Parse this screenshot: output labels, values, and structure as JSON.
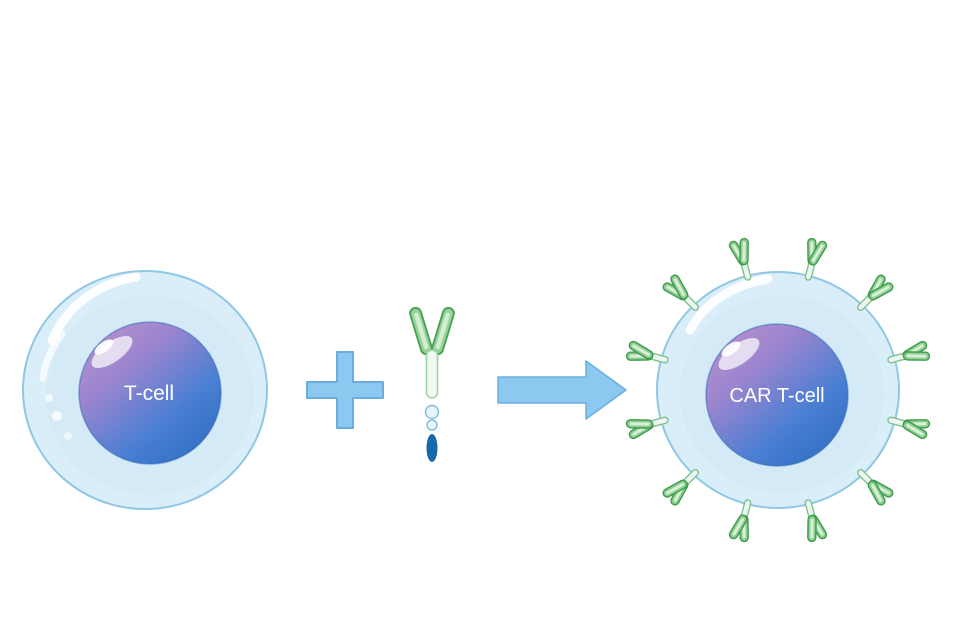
{
  "figure": {
    "labels": {
      "t_cell": "T-cell",
      "car_t_cell": "CAR T-cell"
    },
    "symbols": {
      "plus": "plus-sign",
      "arrow": "right-arrow",
      "receptor": "chimeric-antigen-receptor"
    },
    "colors": {
      "background": "#ffffff",
      "cell_body": "#daeef9",
      "cell_outline": "#8fc7e5",
      "cytoplasm_shade": "#cfe7f5",
      "nucleus_purple": "#bd93cd",
      "nucleus_blue": "#2e6ec2",
      "receptor_green": "#8fcf92",
      "receptor_green_dark": "#3e9a4e",
      "receptor_stalk": "#f0f8f2",
      "receptor_tip_blue": "#1568aa",
      "arrow_blue": "#8cc8ef",
      "arrow_outline": "#69aede"
    }
  }
}
